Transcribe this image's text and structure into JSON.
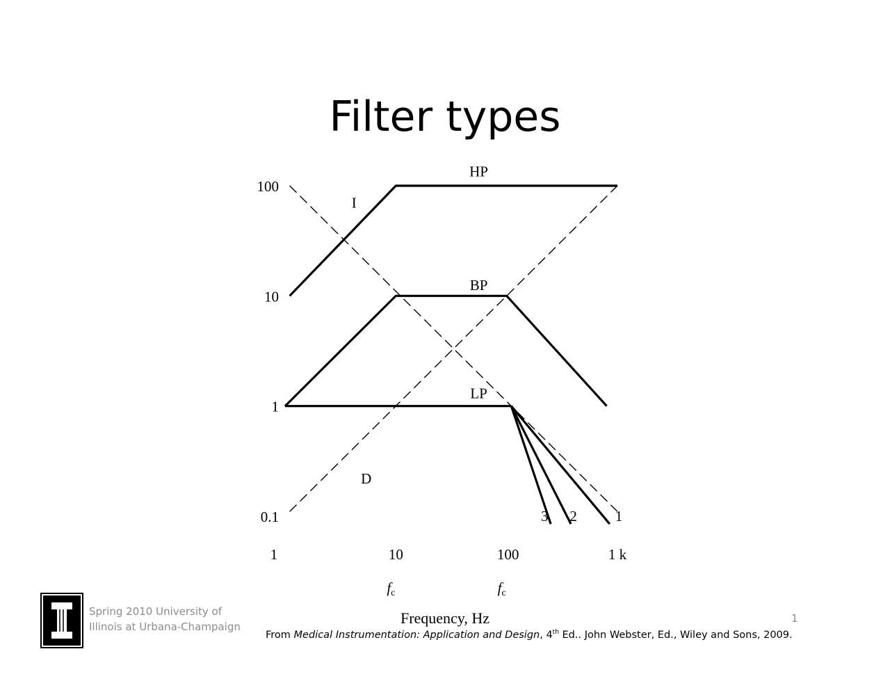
{
  "slide": {
    "title": "Filter types",
    "footer_line1": "Spring 2010 University of",
    "footer_line2": "Illinois at Urbana-Champaign",
    "page_number": "1"
  },
  "citation": {
    "prefix": "From ",
    "book_title": "Medical Instrumentation: Application and Design",
    "sep": ", ",
    "edition_number": "4",
    "edition_suffix": "th",
    "rest": " Ed.. John Webster, Ed., Wiley and Sons,  2009."
  },
  "colors": {
    "ink": "#000000",
    "footer_gray": "#8c8c8c",
    "background": "#ffffff"
  },
  "logo": {
    "icon": "illinois-block-i-logo"
  },
  "chart_data": {
    "type": "line",
    "xlabel": "Frequency, Hz",
    "x_scale": "log",
    "y_scale": "log",
    "xlim": [
      1,
      1000
    ],
    "ylim": [
      0.1,
      100
    ],
    "x_ticks": [
      {
        "value": 1,
        "label": "1"
      },
      {
        "value": 10,
        "label": "10"
      },
      {
        "value": 100,
        "label": "100"
      },
      {
        "value": 1000,
        "label": "1 k"
      }
    ],
    "y_ticks": [
      {
        "value": 100,
        "label": "100"
      },
      {
        "value": 10,
        "label": "10"
      },
      {
        "value": 1,
        "label": "1"
      },
      {
        "value": 0.1,
        "label": "0.1"
      }
    ],
    "fc_markers": [
      {
        "value": 10,
        "label": "f",
        "sub": "c"
      },
      {
        "value": 100,
        "label": "f",
        "sub": "c"
      }
    ],
    "series": [
      {
        "name": "HP",
        "style": "solid",
        "label_at": [
          56,
          135
        ],
        "points": [
          [
            1.1,
            10
          ],
          [
            10,
            100
          ],
          [
            1000,
            100
          ]
        ]
      },
      {
        "name": "BP",
        "style": "solid",
        "label_at": [
          56,
          12.5
        ],
        "points": [
          [
            1,
            1
          ],
          [
            10,
            10
          ],
          [
            100,
            10
          ],
          [
            800,
            1
          ]
        ]
      },
      {
        "name": "LP",
        "style": "solid",
        "label_at": [
          56,
          1.3
        ],
        "points": [
          [
            1,
            1
          ],
          [
            110,
            1
          ]
        ]
      },
      {
        "name": "1",
        "style": "solid",
        "label_at": [
          1030,
          0.1
        ],
        "points": [
          [
            110,
            1
          ],
          [
            850,
            0.085
          ]
        ]
      },
      {
        "name": "2",
        "style": "solid",
        "label_at": [
          400,
          0.1
        ],
        "points": [
          [
            110,
            1
          ],
          [
            380,
            0.085
          ]
        ]
      },
      {
        "name": "3",
        "style": "solid",
        "label_at": [
          220,
          0.1
        ],
        "points": [
          [
            110,
            1
          ],
          [
            250,
            0.085
          ]
        ]
      },
      {
        "name": "I",
        "style": "dashed",
        "label_at": [
          4.2,
          70
        ],
        "points": [
          [
            1.1,
            100
          ],
          [
            1000,
            0.11
          ]
        ]
      },
      {
        "name": "D",
        "style": "dashed",
        "label_at": [
          5.4,
          0.22
        ],
        "points": [
          [
            1.1,
            0.11
          ],
          [
            1000,
            100
          ]
        ]
      }
    ]
  }
}
